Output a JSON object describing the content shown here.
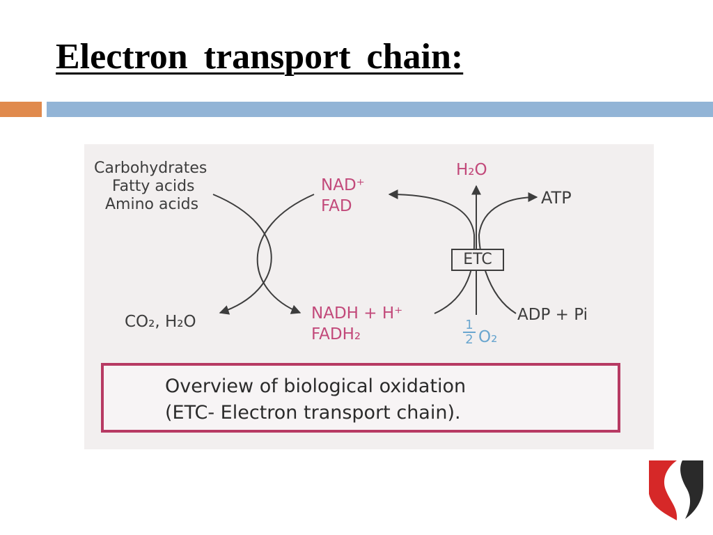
{
  "slide": {
    "title": "Electron  transport  chain:"
  },
  "figure": {
    "inputs": [
      "Carbohydrates",
      "Fatty acids",
      "Amino acids"
    ],
    "products": "CO₂, H₂O",
    "oxidized_carriers": [
      "NAD⁺",
      "FAD"
    ],
    "reduced_carriers": [
      "NADH + H⁺",
      "FADH₂"
    ],
    "water": "H₂O",
    "atp": "ATP",
    "etc": "ETC",
    "adp": "ADP + Pi",
    "oxygen_numerator": "1",
    "oxygen_denominator": "2",
    "oxygen": "O₂",
    "caption": [
      "Overview of biological oxidation",
      "(ETC- Electron transport chain)."
    ]
  },
  "colors": {
    "accent_orange": "#e08a4d",
    "accent_blue": "#92b4d6",
    "carrier_pink": "#c2497a",
    "oxygen_blue": "#6aa6cf",
    "caption_border": "#b73a63"
  },
  "logo": {
    "icon": "red-s-emblem-icon"
  }
}
